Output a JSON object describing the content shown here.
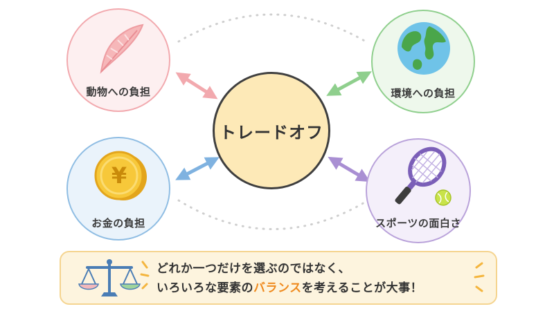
{
  "center": {
    "label": "トレードオフ"
  },
  "nodes": {
    "animal": {
      "label": "動物への負担",
      "icon": "feather-icon"
    },
    "environment": {
      "label": "環境への負担",
      "icon": "globe-icon"
    },
    "money": {
      "label": "お金の負担",
      "icon": "yen-coin-icon",
      "coin_glyph": "¥"
    },
    "sport": {
      "label": "スポーツの面白さ",
      "icon": "tennis-racket-icon"
    }
  },
  "message": {
    "line1": "どれか一つだけを選ぶのではなく、",
    "line2_before": "いろいろな要素の",
    "line2_accent": "バランス",
    "line2_after": "を考えることが大事！",
    "icon": "balance-scale-icon"
  },
  "colors": {
    "animal": "#f2a9ae",
    "environment": "#8fcf8d",
    "money": "#8fbde3",
    "sport": "#b9a2da",
    "center_fill": "#fde9b7",
    "accent": "#ef8a1e"
  }
}
